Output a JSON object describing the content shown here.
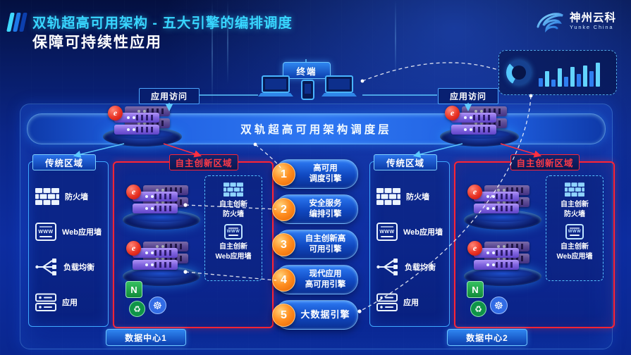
{
  "header": {
    "title_line1": "双轨超高可用架构 - 五大引擎的编排调度",
    "title_line2": "保障可持续性应用",
    "logo_cn": "神州云科",
    "logo_en": "Yunke China"
  },
  "top": {
    "terminal": "终端",
    "access_left": "应用访问",
    "access_right": "应用访问"
  },
  "scheduler": {
    "label": "双轨超高可用架构调度层"
  },
  "engines": [
    {
      "num": "1",
      "line1": "高可用",
      "line2": "调度引擎"
    },
    {
      "num": "2",
      "line1": "安全服务",
      "line2": "编排引擎"
    },
    {
      "num": "3",
      "line1": "自主创新高",
      "line2": "可用引擎"
    },
    {
      "num": "4",
      "line1": "现代应用",
      "line2": "高可用引擎"
    },
    {
      "num": "5",
      "line1": "大数据引擎",
      "line2": ""
    }
  ],
  "datacenters": [
    {
      "name": "数据中心1",
      "traditional": {
        "label": "传统区域",
        "items": [
          "防火墙",
          "Web应用墙",
          "负载均衡",
          "应用"
        ]
      },
      "innovation": {
        "label": "自主创新区域",
        "fw_line1": "自主创新",
        "fw_line2": "防火墙",
        "waf_line1": "自主创新",
        "waf_line2": "Web应用墙"
      }
    },
    {
      "name": "数据中心2",
      "traditional": {
        "label": "传统区域",
        "items": [
          "防火墙",
          "Web应用墙",
          "负载均衡",
          "应用"
        ]
      },
      "innovation": {
        "label": "自主创新区域",
        "fw_line1": "自主创新",
        "fw_line2": "防火墙",
        "waf_line1": "自主创新",
        "waf_line2": "Web应用墙"
      }
    }
  ],
  "icons": {
    "www": "WWW",
    "nginx": "N",
    "kubernetes": "☸",
    "cycle": "♻",
    "yunke_e": "e"
  },
  "colors": {
    "accent_cyan": "#38d6ff",
    "zone_red": "#ff2433",
    "engine_orange": "#f07a00",
    "rack_purple": "#8468e0",
    "panel_blue": "#0c2c9c"
  }
}
